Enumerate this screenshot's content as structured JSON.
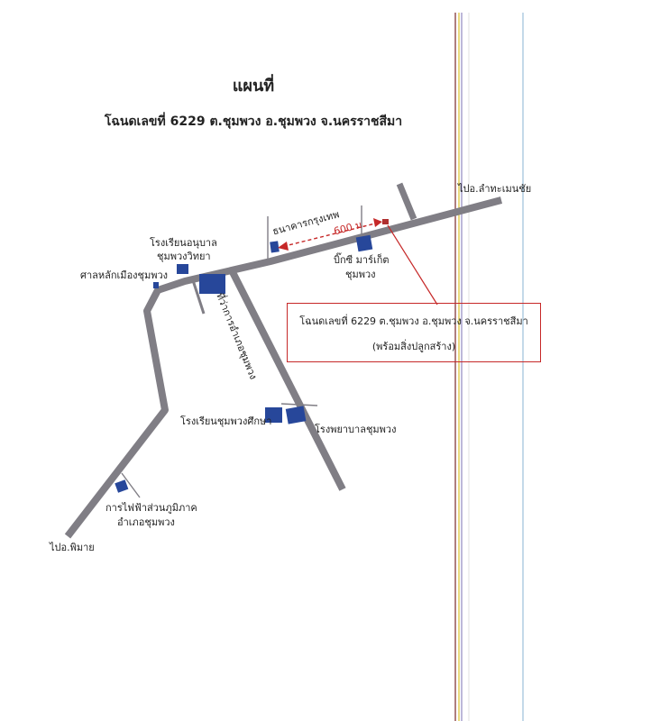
{
  "title": "แผนที่",
  "subtitle": "โฉนดเลขที่ 6229 ต.ชุมพวง อ.ชุมพวง จ.นครราชสีมา",
  "labels": {
    "to_lam_thamenchai": "ไปอ.ลำทะเมนชัย",
    "bangkok_bank": "ธนาคารกรุงเทพ",
    "distance": "600 ม.",
    "kindergarten_line1": "โรงเรียนอนุบาล",
    "kindergarten_line2": "ชุมพวงวิทยา",
    "city_pillar": "ศาลหลักเมืองชุมพวง",
    "district_office": "ที่ว่าการอำเภอชุมพวง",
    "bigc_line1": "บิ๊กซี มาร์เก็ต",
    "bigc_line2": "ชุมพวง",
    "school": "โรงเรียนชุมพวงศึกษา",
    "hospital": "โรงพยาบาลชุมพวง",
    "pea_line1": "การไฟฟ้าส่วนภูมิภาค",
    "pea_line2": "อำเภอชุมพวง",
    "to_phimai": "ไปอ.พิมาย"
  },
  "plot_box": {
    "line1": "โฉนดเลขที่ 6229 ต.ชุมพวง อ.ชุมพวง จ.นครราชสีมา",
    "line2": "(พร้อมสิ่งปลูกสร้าง)"
  },
  "colors": {
    "road": "#807e85",
    "building": "#27479a",
    "plot_marker": "#b03030",
    "arrow": "#c62828",
    "box_border": "#c62828"
  }
}
